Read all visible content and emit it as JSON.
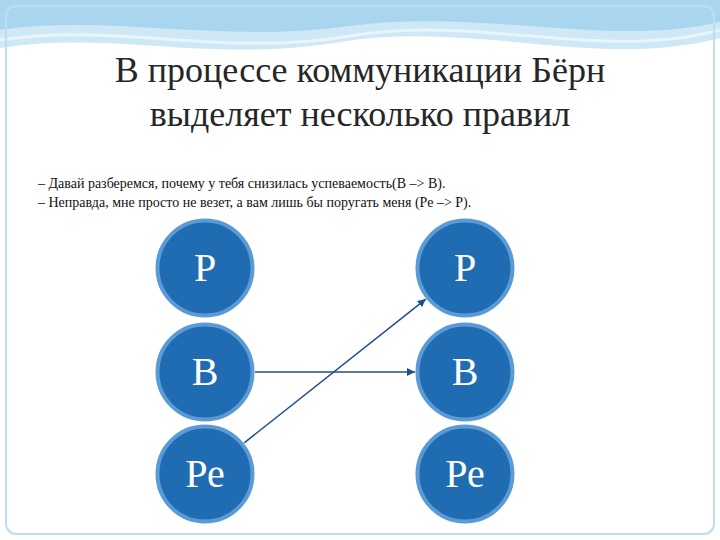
{
  "diagram": {
    "title": "В процессе коммуникации Бёрн выделяет несколько правил",
    "nodes": [
      {
        "text": [
          "Р"
        ]
      },
      {
        "text": [
          "Р"
        ]
      },
      {
        "text": [
          "В"
        ]
      },
      {
        "text": [
          "В"
        ]
      },
      {
        "text": [
          "Ре"
        ]
      },
      {
        "text": [
          "Ре"
        ]
      }
    ],
    "edges": [
      {
        "from": 2,
        "to": 3,
        "arrow": "to"
      },
      {
        "from": 4,
        "to": 1,
        "arrow": "to"
      }
    ],
    "labels": [
      "– Давай разберемся, почему у тебя снизилась успеваемость(В –> В).",
      "– Неправда, мне просто не везет, а вам лишь бы поругать меня (Ре –> Р)."
    ]
  }
}
